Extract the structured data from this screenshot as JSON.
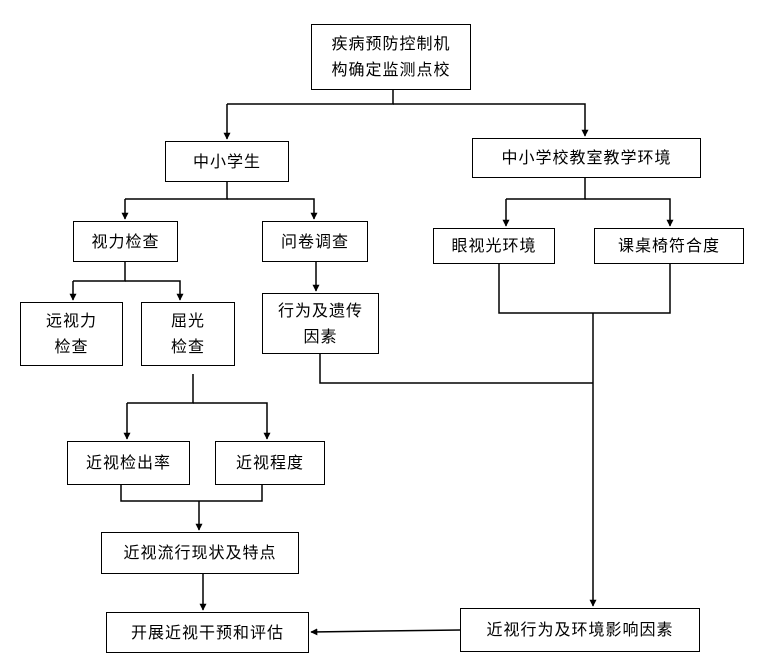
{
  "nodes": {
    "cdc": "疾病预防控制机\n构确定监测点校",
    "students": "中小学生",
    "environment": "中小学校教室教学环境",
    "vision_check": "视力检查",
    "questionnaire": "问卷调查",
    "eye_light": "眼视光环境",
    "desk_chair": "课桌椅符合度",
    "far_vision": "远视力\n检查",
    "refraction": "屈光\n检查",
    "behavior_genetic": "行为及遗传\n因素",
    "myopia_rate": "近视检出率",
    "myopia_degree": "近视程度",
    "prevalence": "近视流行现状及特点",
    "factors": "近视行为及环境影响因素",
    "intervention": "开展近视干预和评估"
  },
  "colors": {
    "line": "#000000",
    "box_border": "#000000",
    "background": "#ffffff"
  }
}
